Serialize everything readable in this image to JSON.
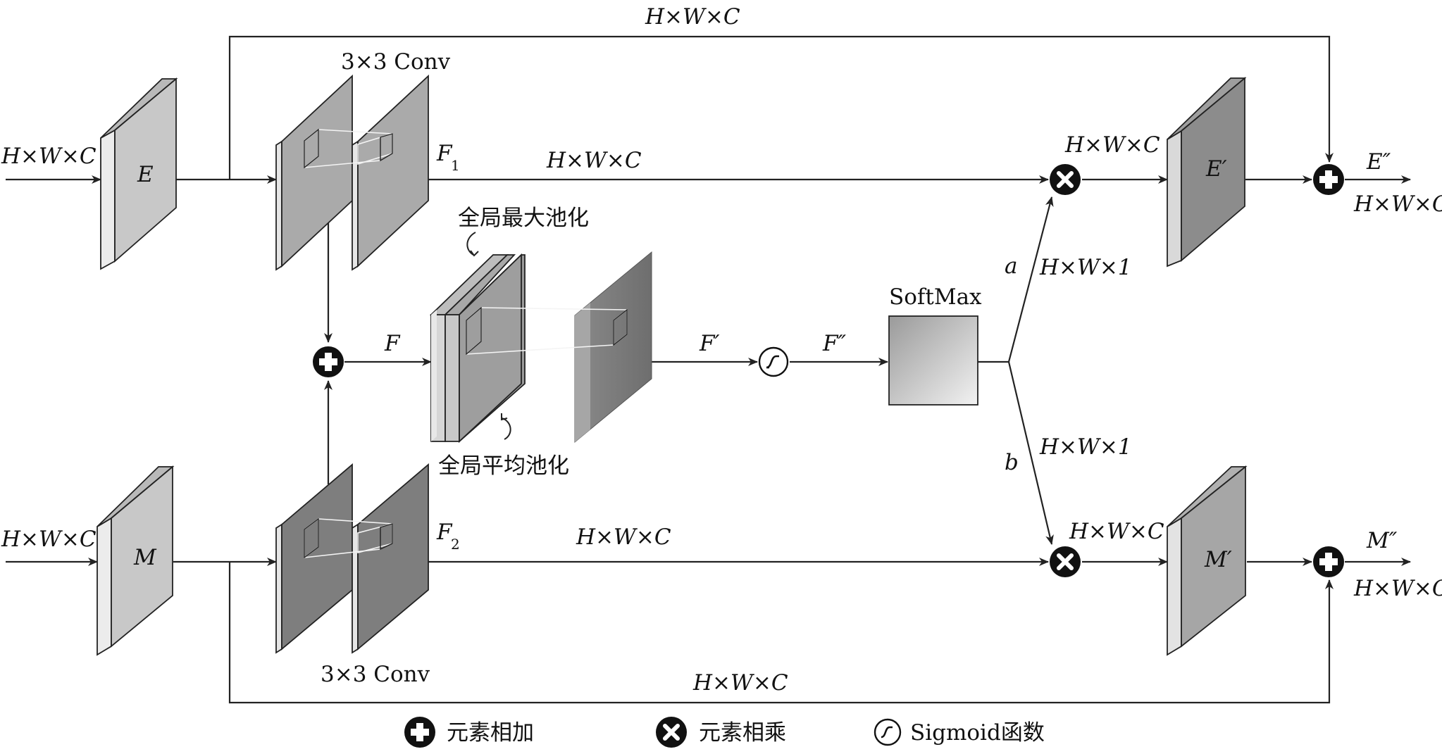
{
  "labels": {
    "top_skip_dim": "H×W×C",
    "bottom_skip_dim": "H×W×C",
    "input_e_dim": "H×W×C",
    "input_m_dim": "H×W×C",
    "conv_top": "3×3 Conv",
    "conv_bottom": "3×3 Conv",
    "e_block": "E",
    "m_block": "M",
    "f1_letter": "F",
    "f1_sub": "1",
    "f2_letter": "F",
    "f2_sub": "2",
    "f1_dim": "H×W×C",
    "f2_dim": "H×W×C",
    "f_label": "F",
    "global_max_pool": "全局最大池化",
    "global_avg_pool": "全局平均池化",
    "f_prime": "F′",
    "f_double_prime": "F″",
    "softmax": "SoftMax",
    "a_label": "a",
    "b_label": "b",
    "a_dim": "H×W×1",
    "b_dim": "H×W×1",
    "mul_top_dim": "H×W×C",
    "mul_bottom_dim": "H×W×C",
    "e_prime": "E′",
    "m_prime": "M′",
    "e_out": "E″",
    "m_out": "M″",
    "e_out_dim": "H×W×C",
    "m_out_dim": "H×W×C"
  },
  "legend": {
    "add": "元素相加",
    "multiply": "元素相乘",
    "sigmoid": "Sigmoid函数"
  },
  "colors": {
    "block_light": "#c8c8c8",
    "block_mid": "#a9a9a9",
    "block_dark": "#7e7e7e",
    "softmax_fill": "#d6d6d6",
    "operator": "#111111"
  }
}
